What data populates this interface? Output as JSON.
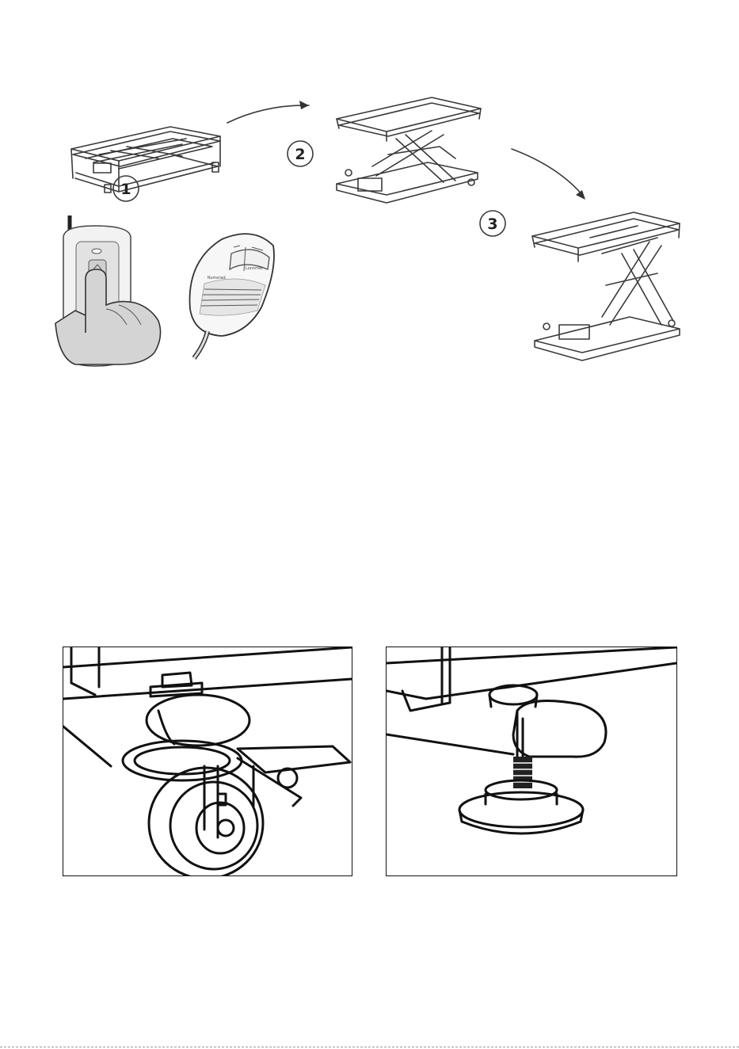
{
  "steps": [
    {
      "label": "1"
    },
    {
      "label": "2"
    },
    {
      "label": "3"
    }
  ],
  "handset": {
    "brand": "Rumorad",
    "model": "Lonnmet"
  },
  "icons": [
    "frame-lowered-icon",
    "frame-mid-icon",
    "frame-raised-icon",
    "remote-control-icon",
    "hand-pendant-icon",
    "caster-wheel-icon",
    "leveling-foot-icon",
    "arrow-icon"
  ]
}
